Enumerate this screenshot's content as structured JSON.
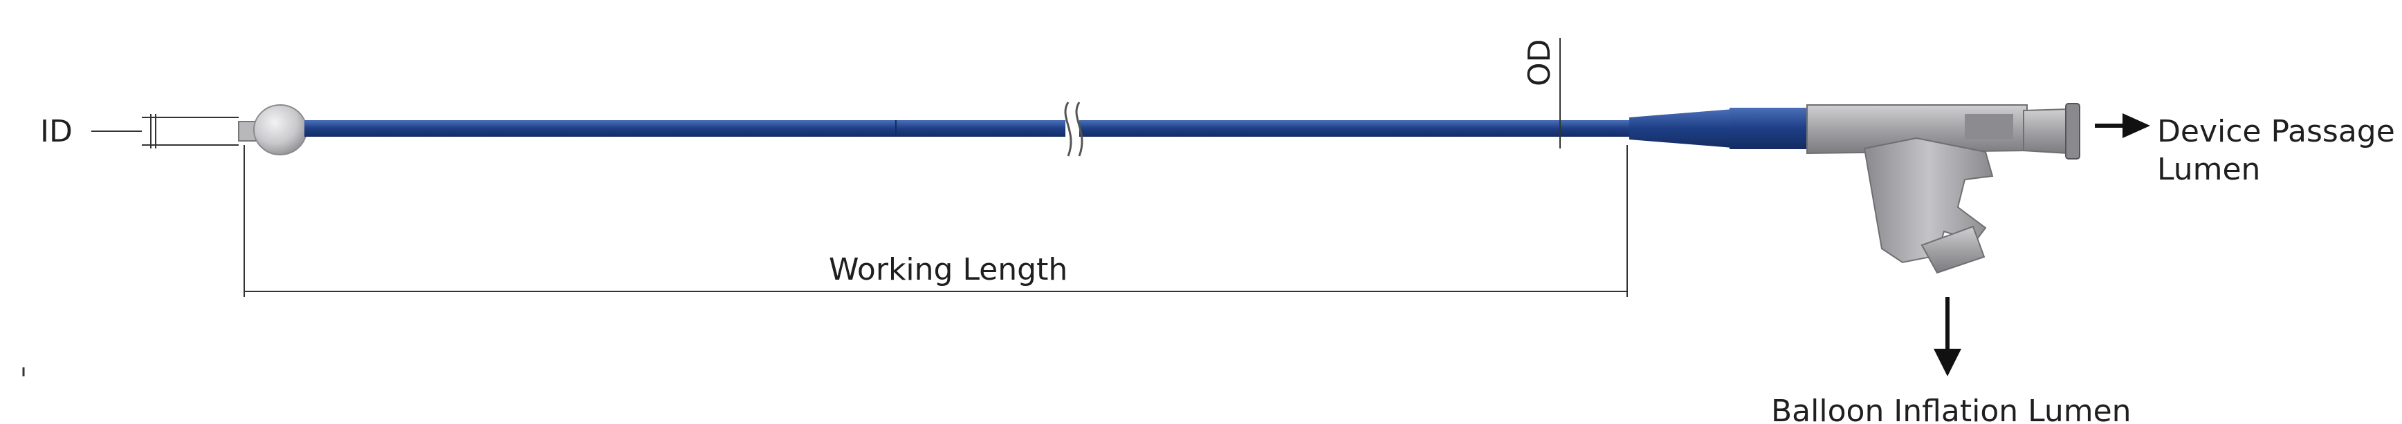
{
  "labels": {
    "id": "ID",
    "od": "OD",
    "working_length": "Working Length",
    "device_passage_line1": "Device Passage",
    "device_passage_line2": "Lumen",
    "balloon_inflation": "Balloon Inflation Lumen"
  },
  "colors": {
    "shaft": "#1e3f86",
    "shaft_highlight": "#4a6fb8",
    "balloon": "#c9c9cc",
    "hub": "#a3a3a6",
    "hub_dark": "#6f6f72",
    "line": "#333333",
    "arrow": "#111111"
  }
}
